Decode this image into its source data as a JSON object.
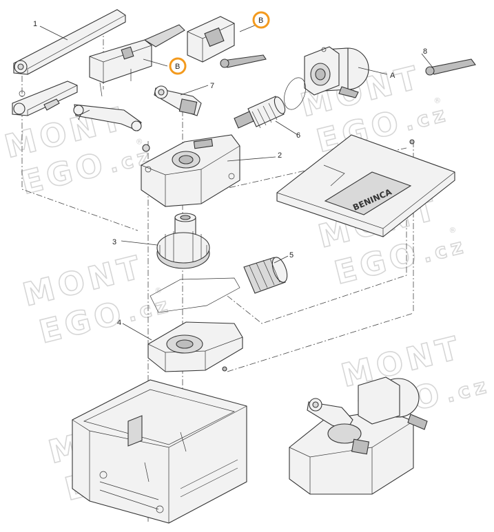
{
  "callouts": {
    "c1": "1",
    "c2": "2",
    "c3": "3",
    "c4": "4",
    "c5": "5",
    "c6": "6",
    "c7a": "7",
    "c7b": "7",
    "c8": "8",
    "cA": "A",
    "cB1": "B",
    "cB2": "B"
  },
  "brand_plate": "BENINCA",
  "highlight_color": "#f39a1e",
  "watermark": {
    "line1": "MONT",
    "line2": "EGO",
    "suffix": ".cz",
    "registered": "®"
  }
}
